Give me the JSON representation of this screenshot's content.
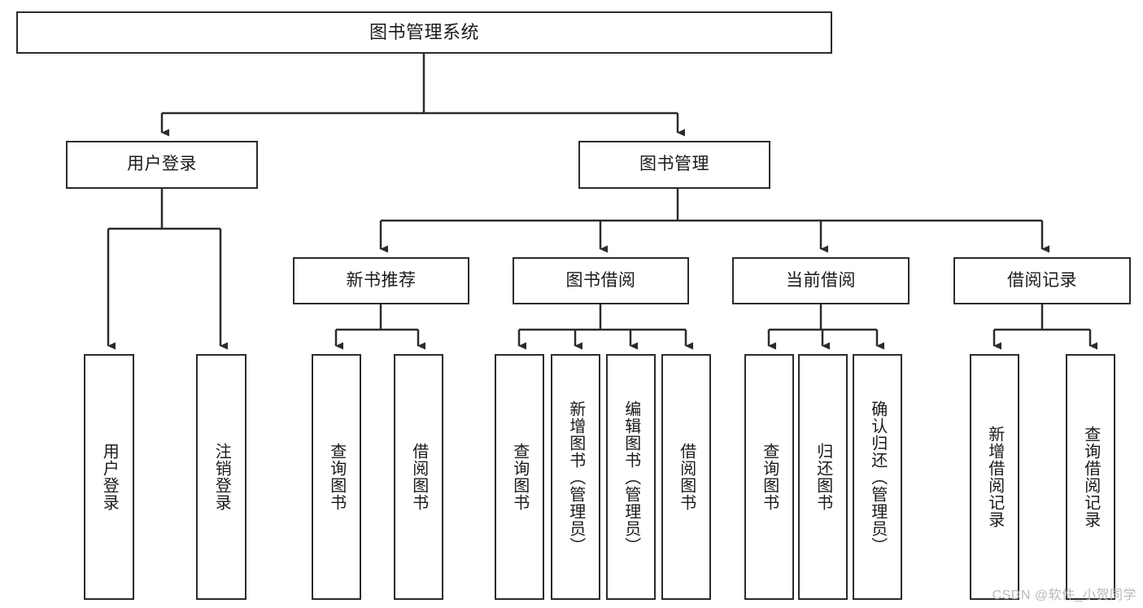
{
  "diagram": {
    "title": "图书管理系统",
    "watermark": "CSDN @软件_小贺同学",
    "line_color": "#2b2b2b",
    "box_fill": "#ffffff",
    "text_color": "#1a1a1a",
    "nodes": {
      "root": {
        "label": "图书管理系统"
      },
      "level2": [
        {
          "label": "用户登录"
        },
        {
          "label": "图书管理"
        }
      ],
      "level3": [
        {
          "label": "新书推荐"
        },
        {
          "label": "图书借阅"
        },
        {
          "label": "当前借阅"
        },
        {
          "label": "借阅记录"
        }
      ],
      "leaves": {
        "user_login": [
          {
            "label": "用户登录"
          },
          {
            "label": "注销登录"
          }
        ],
        "new_book_recommend": [
          {
            "label": "查询图书"
          },
          {
            "label": "借阅图书"
          }
        ],
        "book_borrow": [
          {
            "label": "查询图书"
          },
          {
            "label": "新增图书（管理员）"
          },
          {
            "label": "编辑图书（管理员）"
          },
          {
            "label": "借阅图书"
          }
        ],
        "current_borrow": [
          {
            "label": "查询图书"
          },
          {
            "label": "归还图书"
          },
          {
            "label": "确认归还（管理员）"
          }
        ],
        "borrow_record": [
          {
            "label": "新增借阅记录"
          },
          {
            "label": "查询借阅记录"
          }
        ]
      }
    }
  }
}
